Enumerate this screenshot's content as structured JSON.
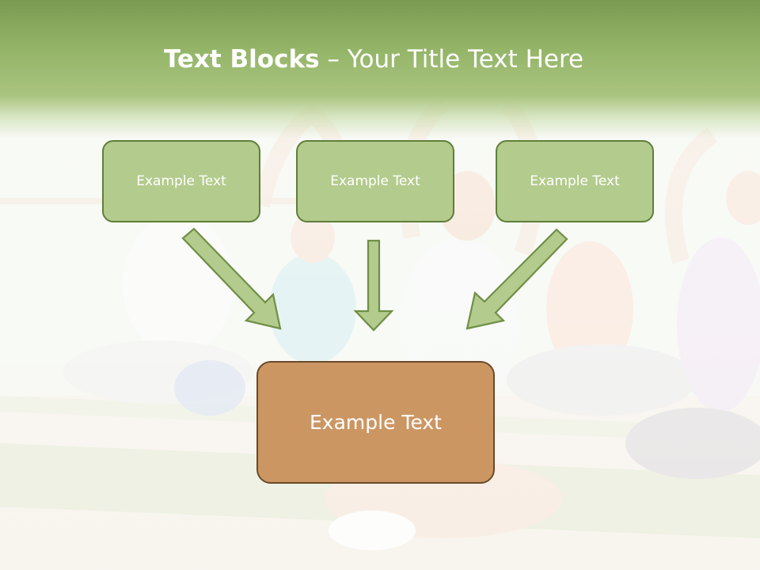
{
  "header": {
    "title_bold": "Text Blocks",
    "title_rest": " – Your Title Text Here"
  },
  "blocks": [
    {
      "label": "Example Text"
    },
    {
      "label": "Example Text"
    },
    {
      "label": "Example Text"
    }
  ],
  "target": {
    "label": "Example Text"
  },
  "colors": {
    "header_green": "#93b467",
    "small_box_fill": "#b3cb8c",
    "small_box_border": "#5f7f3b",
    "big_box_fill": "#cc9663",
    "big_box_border": "#6a4a28",
    "arrow_fill": "#b3cb8c",
    "arrow_stroke": "#6f8f46"
  }
}
